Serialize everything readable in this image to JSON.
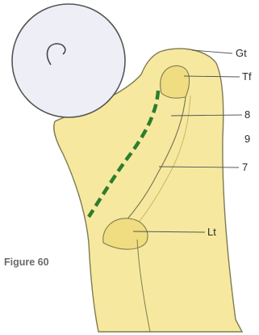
{
  "figure": {
    "caption": "Figure 60",
    "labels": {
      "gt": "Gt",
      "tf": "Tf",
      "n8": "8",
      "n9": "9",
      "n7": "7",
      "lt": "Lt"
    }
  },
  "colors": {
    "bone_fill": "#f6e99f",
    "bone_outline": "#7f7a52",
    "head_fill": "#eeeef6",
    "dash_line": "#2e7d2e",
    "text": "#2b2b2b",
    "caption_text": "#6a6a6a"
  }
}
